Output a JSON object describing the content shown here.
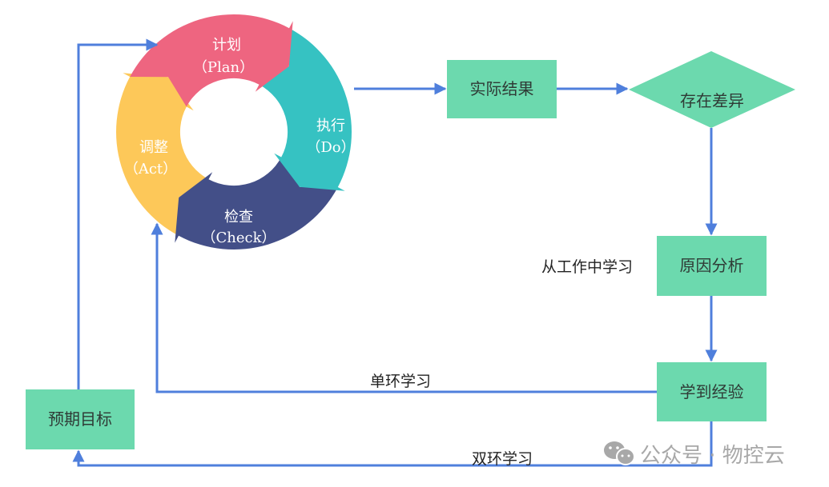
{
  "colors": {
    "line": "#4f7fdc",
    "box_fill": "#6cd9ae",
    "plan": "#ee6580",
    "do": "#36c2c2",
    "check": "#434f88",
    "act": "#fdc859",
    "watermark": "#a8a8a8"
  },
  "pdca": {
    "plan": {
      "title": "计划",
      "subtitle": "（Plan）"
    },
    "do": {
      "title": "执行",
      "subtitle": "（Do）"
    },
    "check": {
      "title": "检查",
      "subtitle": "（Check）"
    },
    "act": {
      "title": "调整",
      "subtitle": "（Act）"
    }
  },
  "nodes": {
    "actual_result": "实际结果",
    "difference": "存在差异",
    "cause_analysis": "原因分析",
    "lessons_learned": "学到经验",
    "expected_goal": "预期目标"
  },
  "labels": {
    "learn_from_work": "从工作中学习",
    "single_loop": "单环学习",
    "double_loop": "双环学习"
  },
  "watermark": {
    "icon": "wechat-icon",
    "text": "公众号 · 物控云"
  }
}
